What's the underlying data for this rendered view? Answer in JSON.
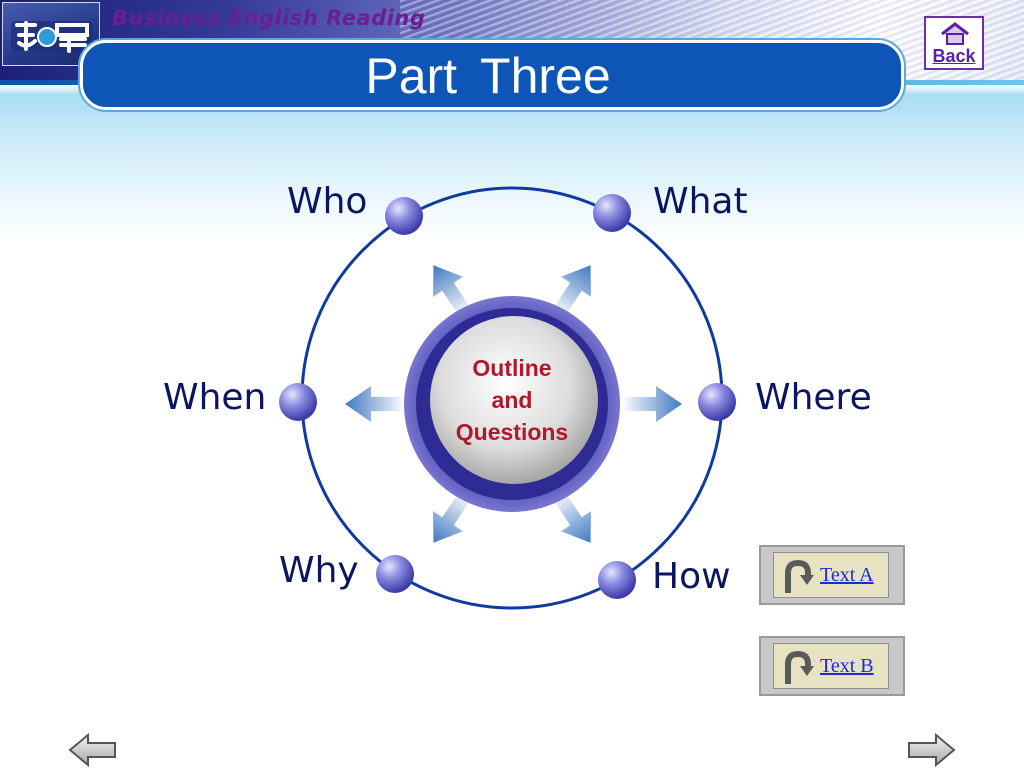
{
  "header": {
    "course_title": "Business English Reading",
    "page_title": "Part  Three",
    "back_label": "Back"
  },
  "diagram": {
    "center_lines": [
      "Outline",
      "and",
      "Questions"
    ],
    "nodes": {
      "who": "Who",
      "what": "What",
      "when": "When",
      "where": "Where",
      "why": "Why",
      "how": "How"
    }
  },
  "links": {
    "text_a": "Text A",
    "text_b": "Text B"
  },
  "icons": {
    "logo": "logo-icon",
    "back": "home-icon",
    "link": "return-arrow-icon",
    "prev": "arrow-left-icon",
    "next": "arrow-right-icon"
  },
  "colors": {
    "title_bar": "#0d56b8",
    "center_text": "#b1182e",
    "node_label": "#0c1660",
    "course_title": "#6a1e96"
  }
}
